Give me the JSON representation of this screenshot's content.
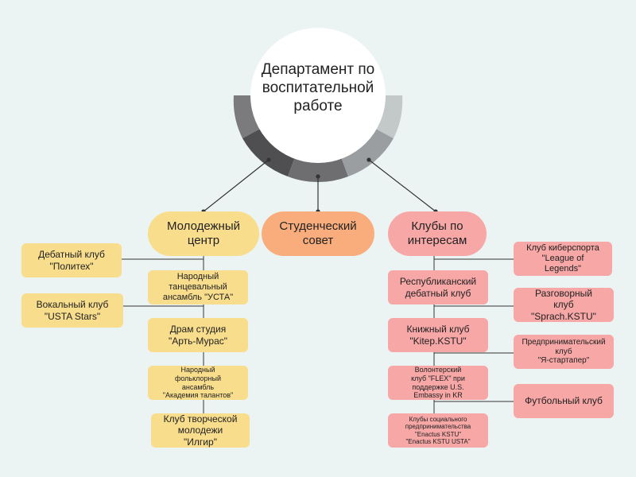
{
  "hub": {
    "title": "Департамент по\nвоспитательной\nработе"
  },
  "branches": {
    "youth": "Молодежный\nцентр",
    "council": "Студенческий\nсовет",
    "clubs": "Клубы по\nинтересам"
  },
  "youth_items": {
    "debate_club": "Дебатный клуб\n\"Политех\"",
    "vocal_club": "Вокальный клуб\n\"USTA Stars\"",
    "dance_ensemble": "Народный\nтанцевальный\nансамбль \"УСТА\"",
    "drama_studio": "Драм студия\n\"Арть-Мурас\"",
    "folk_ensemble": "Народный\nфольклорный\nансамбль\n\"Академия талантов\"",
    "creative_youth": "Клуб творческой\nмолодежи\n\"Илгир\""
  },
  "clubs_items": {
    "republic_debate": "Республиканский\nдебатный клуб",
    "book_club": "Книжный клуб\n\"Kitep.KSTU\"",
    "volunteer_club": "Волонтерский\nклуб \"FLEX\" при\nподдержке U.S.\nEmbassy in KR",
    "social_enterprise": "Клубы социального\nпредпринимательства\n\"Enactus KSTU\"\n\"Enactus KSTU USTA\"",
    "esports": "Клуб киберспорта\n\"League of\nLegends\"",
    "speaking_club": "Разговорный\nклуб\n\"Sprach.KSTU\"",
    "entrepreneur_club": "Предпринимательский\nклуб\n\"Я-стартапер\"",
    "football_club": "Футбольный клуб"
  },
  "colors": {
    "background": "#ecf4f3",
    "yellow": "#f8dd8c",
    "orange": "#f9ad7c",
    "pink": "#f6a7a6",
    "ring_dark": "#4f4f52",
    "ring_mid": "#7b7b7e",
    "ring_light": "#c3c8c9",
    "connector": "#333333"
  }
}
